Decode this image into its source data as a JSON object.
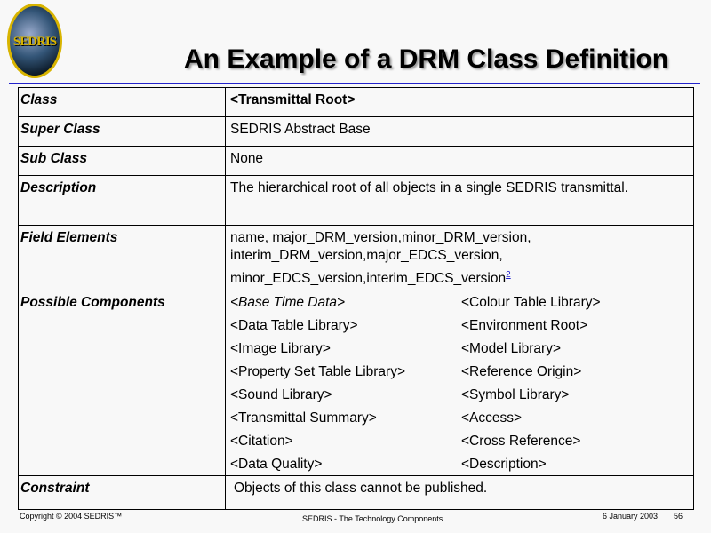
{
  "logo": {
    "text": "SEDRIS"
  },
  "title": "An Example of a DRM Class Definition",
  "rows": {
    "class": {
      "label": "Class",
      "value": "<Transmittal Root>"
    },
    "super": {
      "label": "Super Class",
      "value": "SEDRIS Abstract Base"
    },
    "sub": {
      "label": "Sub Class",
      "value": "None"
    },
    "desc": {
      "label": "Description",
      "value": "The hierarchical root of all objects in a single SEDRIS transmittal."
    },
    "fields": {
      "label": "Field Elements",
      "line1": "name, major_DRM_version,minor_DRM_version,",
      "line2": "interim_DRM_version,major_EDCS_version,",
      "line3": "minor_EDCS_version,interim_EDCS_version",
      "footnote": "2"
    },
    "components": {
      "label": "Possible Components",
      "items": [
        "<Base Time Data>",
        "<Colour Table Library>",
        "<Data Table Library>",
        "<Environment Root>",
        "<Image Library>",
        "<Model Library>",
        "<Property Set Table Library>",
        "<Reference Origin>",
        "<Sound Library>",
        "<Symbol Library>",
        "<Transmittal Summary>",
        "<Access>",
        "<Citation>",
        "<Cross Reference>",
        "<Data Quality>",
        "<Description>"
      ]
    },
    "constraint": {
      "label": "Constraint",
      "value": "Objects of this class cannot be published."
    }
  },
  "footer": {
    "copyright": "Copyright © 2004 SEDRIS™",
    "center": "SEDRIS - The Technology Components",
    "date": "6 January 2003",
    "page": "56"
  }
}
